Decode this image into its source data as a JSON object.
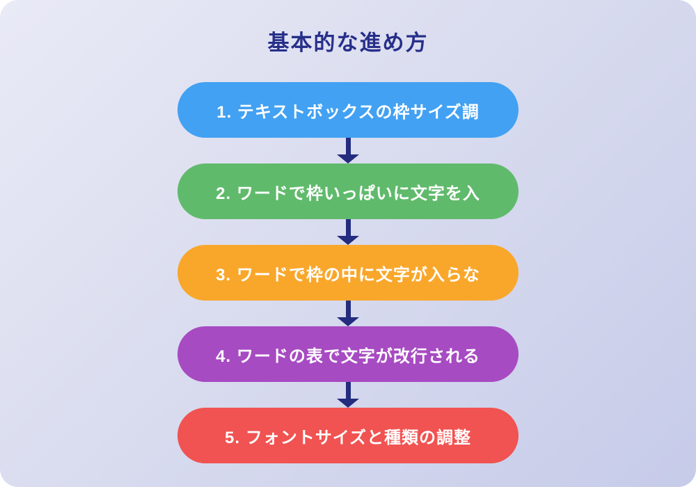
{
  "title": "基本的な進め方",
  "colors": {
    "canvas_gradient_start": "#E9EAF6",
    "canvas_gradient_end": "#C6CBE9",
    "title_text": "#272F8A",
    "arrow": "#232C7E",
    "step_text": "#FFFFFF"
  },
  "flowchart": {
    "type": "flow",
    "direction": "top-down",
    "steps": [
      {
        "label": "1. テキストボックスの枠サイズ調",
        "color": "#42A1F2"
      },
      {
        "label": "2. ワードで枠いっぱいに文字を入",
        "color": "#60BA6C"
      },
      {
        "label": "3. ワードで枠の中に文字が入らな",
        "color": "#F9A72B"
      },
      {
        "label": "4. ワードの表で文字が改行される",
        "color": "#A74BC2"
      },
      {
        "label": "5. フォントサイズと種類の調整",
        "color": "#F05351"
      }
    ]
  }
}
